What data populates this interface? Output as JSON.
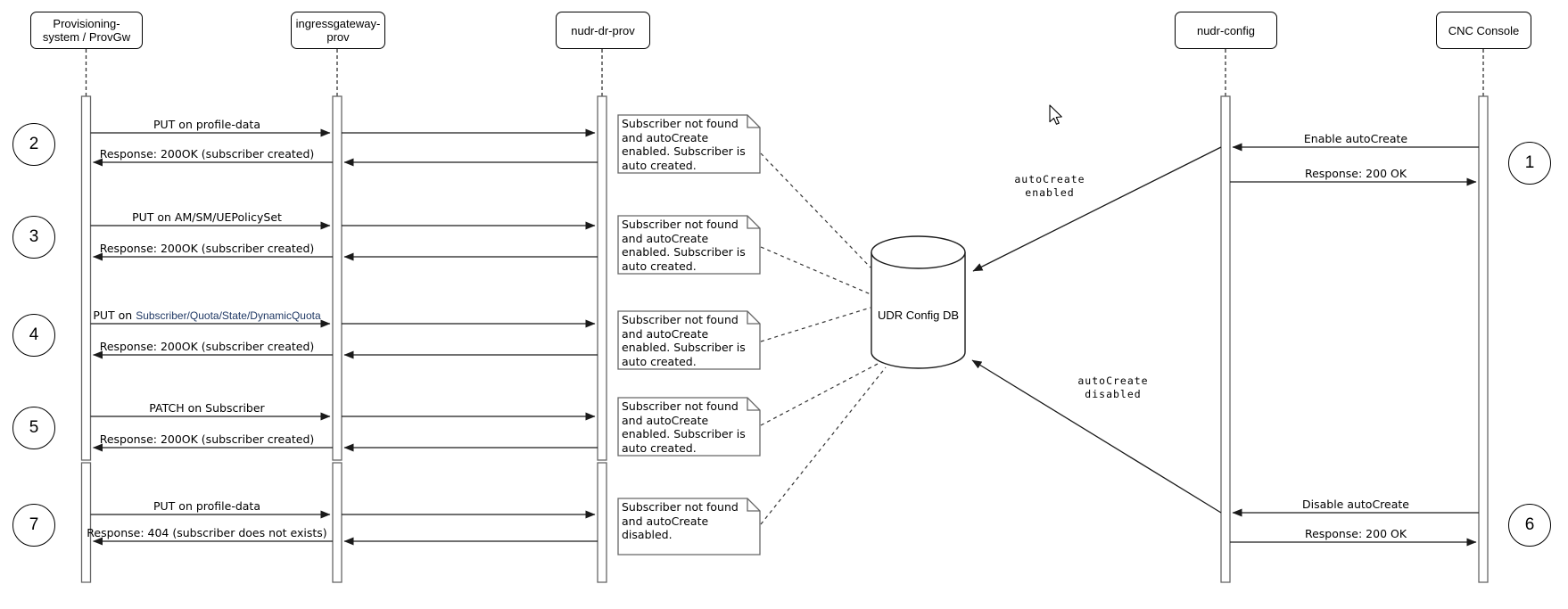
{
  "actors": [
    {
      "label": "Provisioning-\nsystem / ProvGw"
    },
    {
      "label": "ingressgateway-\nprov"
    },
    {
      "label": "nudr-dr-prov"
    },
    {
      "label": "nudr-config"
    },
    {
      "label": "CNC Console"
    }
  ],
  "database": {
    "label": "UDR Config DB"
  },
  "step_badges": {
    "left": [
      "2",
      "3",
      "4",
      "5",
      "7"
    ],
    "right": [
      "1",
      "6"
    ]
  },
  "messages_left": [
    {
      "step": "2",
      "request": "PUT on profile-data",
      "response": "Response: 200OK (subscriber created)"
    },
    {
      "step": "3",
      "request": "PUT on AM/SM/UEPolicySet",
      "response": "Response: 200OK (subscriber created)"
    },
    {
      "step": "4",
      "request_prefix": "PUT on ",
      "request_path": "Subscriber/Quota/State/DynamicQuota",
      "response": "Response: 200OK (subscriber created)"
    },
    {
      "step": "5",
      "request": "PATCH on Subscriber",
      "response": "Response: 200OK (subscriber created)"
    },
    {
      "step": "7",
      "request": "PUT on profile-data",
      "response": "Response: 404 (subscriber does not exists)"
    }
  ],
  "messages_right": [
    {
      "step": "1",
      "request": "Enable autoCreate",
      "response": "Response: 200 OK"
    },
    {
      "step": "6",
      "request": "Disable autoCreate",
      "response": "Response: 200 OK"
    }
  ],
  "notes": [
    {
      "text": "Subscriber not found\nand autoCreate\nenabled. Subscriber is\nauto created."
    },
    {
      "text": "Subscriber not found\nand autoCreate\nenabled. Subscriber is\nauto created."
    },
    {
      "text": "Subscriber not found\nand autoCreate\nenabled. Subscriber is\nauto created."
    },
    {
      "text": "Subscriber not found\nand autoCreate\nenabled. Subscriber is\nauto created."
    },
    {
      "text": "Subscriber not found\nand autoCreate\ndisabled."
    }
  ],
  "db_annotations": [
    {
      "text": "autoCreate\nenabled"
    },
    {
      "text": "autoCreate\ndisabled"
    }
  ],
  "colors": {
    "line": "#1a1a1a",
    "bar_border": "#666666",
    "note_border": "#666666",
    "path_text": "#1f3864",
    "background": "#ffffff"
  }
}
